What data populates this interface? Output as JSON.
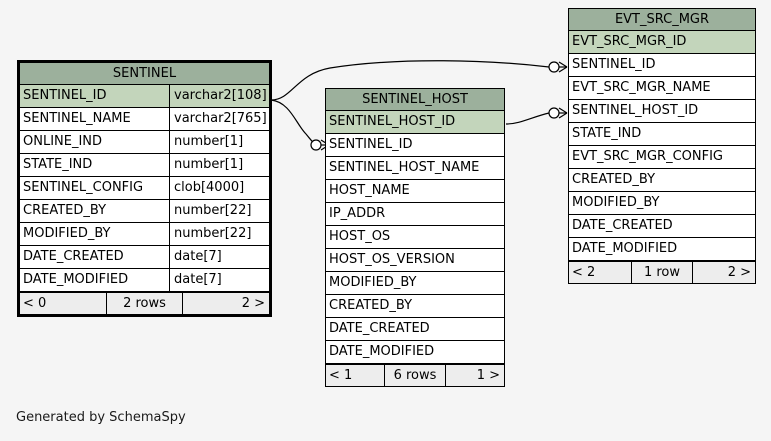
{
  "diagram": {
    "caption": "Generated by SchemaSpy",
    "colors": {
      "background": "#f5f5f5",
      "table_header": "#9cb09c",
      "primary_key_row": "#c3d5bb",
      "row": "#ffffff",
      "footer": "#ededed",
      "border": "#000000"
    }
  },
  "tables": [
    {
      "id": "sentinel",
      "name": "SENTINEL",
      "focal": true,
      "has_type_column": true,
      "columns": [
        {
          "name": "SENTINEL_ID",
          "type": "varchar2[108]",
          "pk": true
        },
        {
          "name": "SENTINEL_NAME",
          "type": "varchar2[765]",
          "pk": false
        },
        {
          "name": "ONLINE_IND",
          "type": "number[1]",
          "pk": false
        },
        {
          "name": "STATE_IND",
          "type": "number[1]",
          "pk": false
        },
        {
          "name": "SENTINEL_CONFIG",
          "type": "clob[4000]",
          "pk": false
        },
        {
          "name": "CREATED_BY",
          "type": "number[22]",
          "pk": false
        },
        {
          "name": "MODIFIED_BY",
          "type": "number[22]",
          "pk": false
        },
        {
          "name": "DATE_CREATED",
          "type": "date[7]",
          "pk": false
        },
        {
          "name": "DATE_MODIFIED",
          "type": "date[7]",
          "pk": false
        }
      ],
      "footer": {
        "prev": "< 0",
        "count": "2 rows",
        "next": "2 >"
      }
    },
    {
      "id": "sentinel_host",
      "name": "SENTINEL_HOST",
      "focal": false,
      "has_type_column": false,
      "columns": [
        {
          "name": "SENTINEL_HOST_ID",
          "type": "",
          "pk": true
        },
        {
          "name": "SENTINEL_ID",
          "type": "",
          "pk": false
        },
        {
          "name": "SENTINEL_HOST_NAME",
          "type": "",
          "pk": false
        },
        {
          "name": "HOST_NAME",
          "type": "",
          "pk": false
        },
        {
          "name": "IP_ADDR",
          "type": "",
          "pk": false
        },
        {
          "name": "HOST_OS",
          "type": "",
          "pk": false
        },
        {
          "name": "HOST_OS_VERSION",
          "type": "",
          "pk": false
        },
        {
          "name": "MODIFIED_BY",
          "type": "",
          "pk": false
        },
        {
          "name": "CREATED_BY",
          "type": "",
          "pk": false
        },
        {
          "name": "DATE_CREATED",
          "type": "",
          "pk": false
        },
        {
          "name": "DATE_MODIFIED",
          "type": "",
          "pk": false
        }
      ],
      "footer": {
        "prev": "< 1",
        "count": "6 rows",
        "next": "1 >"
      }
    },
    {
      "id": "evt_src_mgr",
      "name": "EVT_SRC_MGR",
      "focal": false,
      "has_type_column": false,
      "columns": [
        {
          "name": "EVT_SRC_MGR_ID",
          "type": "",
          "pk": true
        },
        {
          "name": "SENTINEL_ID",
          "type": "",
          "pk": false
        },
        {
          "name": "EVT_SRC_MGR_NAME",
          "type": "",
          "pk": false
        },
        {
          "name": "SENTINEL_HOST_ID",
          "type": "",
          "pk": false
        },
        {
          "name": "STATE_IND",
          "type": "",
          "pk": false
        },
        {
          "name": "EVT_SRC_MGR_CONFIG",
          "type": "",
          "pk": false
        },
        {
          "name": "CREATED_BY",
          "type": "",
          "pk": false
        },
        {
          "name": "MODIFIED_BY",
          "type": "",
          "pk": false
        },
        {
          "name": "DATE_CREATED",
          "type": "",
          "pk": false
        },
        {
          "name": "DATE_MODIFIED",
          "type": "",
          "pk": false
        }
      ],
      "footer": {
        "prev": "< 2",
        "count": "1 row",
        "next": "2 >"
      }
    }
  ],
  "relationships": [
    {
      "name": "sentinel-id-to-evt-src-mgr",
      "from_table": "SENTINEL",
      "from_column": "SENTINEL_ID",
      "to_table": "EVT_SRC_MGR",
      "to_column": "SENTINEL_ID",
      "cardinality": "zero-or-many"
    },
    {
      "name": "sentinel-id-to-sentinel-host",
      "from_table": "SENTINEL",
      "from_column": "SENTINEL_ID",
      "to_table": "SENTINEL_HOST",
      "to_column": "SENTINEL_ID",
      "cardinality": "zero-or-many"
    },
    {
      "name": "sentinel-host-id-to-evt-src-mgr",
      "from_table": "SENTINEL_HOST",
      "from_column": "SENTINEL_HOST_ID",
      "to_table": "EVT_SRC_MGR",
      "to_column": "SENTINEL_HOST_ID",
      "cardinality": "zero-or-many"
    }
  ]
}
